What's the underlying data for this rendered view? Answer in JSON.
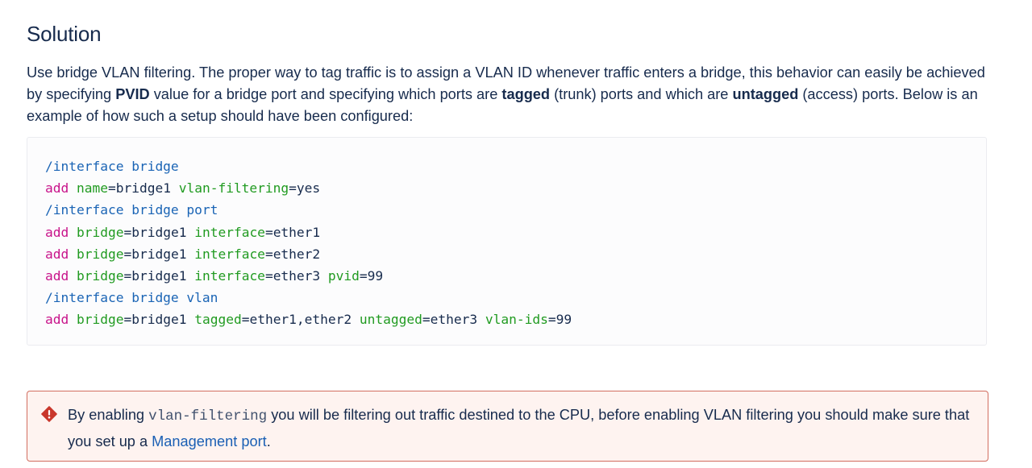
{
  "heading": "Solution",
  "intro": {
    "p1": "Use bridge VLAN filtering. The proper way to tag traffic is to assign a VLAN ID whenever traffic enters a bridge, this behavior can easily be achieved by specifying ",
    "b1": "PVID",
    "p2": " value for a bridge port and specifying which ports are ",
    "b2": "tagged",
    "p3": " (trunk) ports and which are ",
    "b3": "untagged",
    "p4": " (access) ports. Below is an example of how such a setup should have been configured:"
  },
  "code": {
    "lines": [
      "/interface bridge",
      "add name=bridge1 vlan-filtering=yes",
      "/interface bridge port",
      "add bridge=bridge1 interface=ether1",
      "add bridge=bridge1 interface=ether2",
      "add bridge=bridge1 interface=ether3 pvid=99",
      "/interface bridge vlan",
      "add bridge=bridge1 tagged=ether1,ether2 untagged=ether3 vlan-ids=99"
    ]
  },
  "warning": {
    "icon": "error-icon",
    "t1": "By enabling ",
    "code": "vlan-filtering",
    "t2": " you will be filtering out traffic destined to the CPU, before enabling VLAN filtering you should make sure that you set up a ",
    "link": "Management port",
    "t3": "."
  },
  "colors": {
    "text": "#172b4d",
    "path": "#1a64b5",
    "command": "#c8138a",
    "property": "#219b21",
    "warning_border": "#d26e60",
    "warning_bg": "#fef3f0",
    "warning_icon": "#c9372c",
    "link": "#1a5fb4"
  }
}
